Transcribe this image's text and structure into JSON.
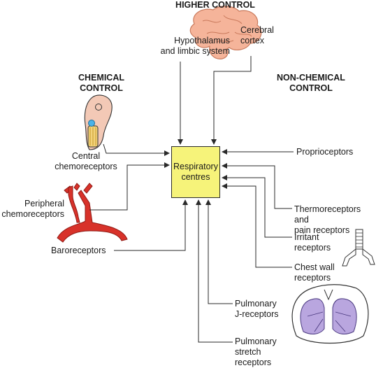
{
  "headings": {
    "higher": "HIGHER CONTROL",
    "chemical": "CHEMICAL\nCONTROL",
    "non_chemical": "NON-CHEMICAL\nCONTROL"
  },
  "centre": "Respiratory\ncentres",
  "labels": {
    "hypothalamus": "Hypothalamus\nand limbic system",
    "cerebral_cortex": "Cerebral\ncortex",
    "central_chemo": "Central\nchemoreceptors",
    "peripheral_chemo": "Peripheral\nchemoreceptors",
    "baroreceptors": "Baroreceptors",
    "proprioceptors": "Proprioceptors",
    "thermo": "Thermoreceptors and\npain receptors",
    "irritant": "Irritant\nreceptors",
    "chest_wall": "Chest wall\nreceptors",
    "pulmonary_j": "Pulmonary\nJ-receptors",
    "pulmonary_stretch": "Pulmonary\nstretch\nreceptors"
  },
  "icons": [
    "brain-icon",
    "brainstem-icon",
    "carotid-artery-icon",
    "trachea-icon",
    "lungs-icon"
  ],
  "colors": {
    "centre_fill": "#f6f37a",
    "brain": "#f5b49a",
    "artery": "#d8322a",
    "lungs": "#b9a6df",
    "line": "#2a2a2a"
  }
}
